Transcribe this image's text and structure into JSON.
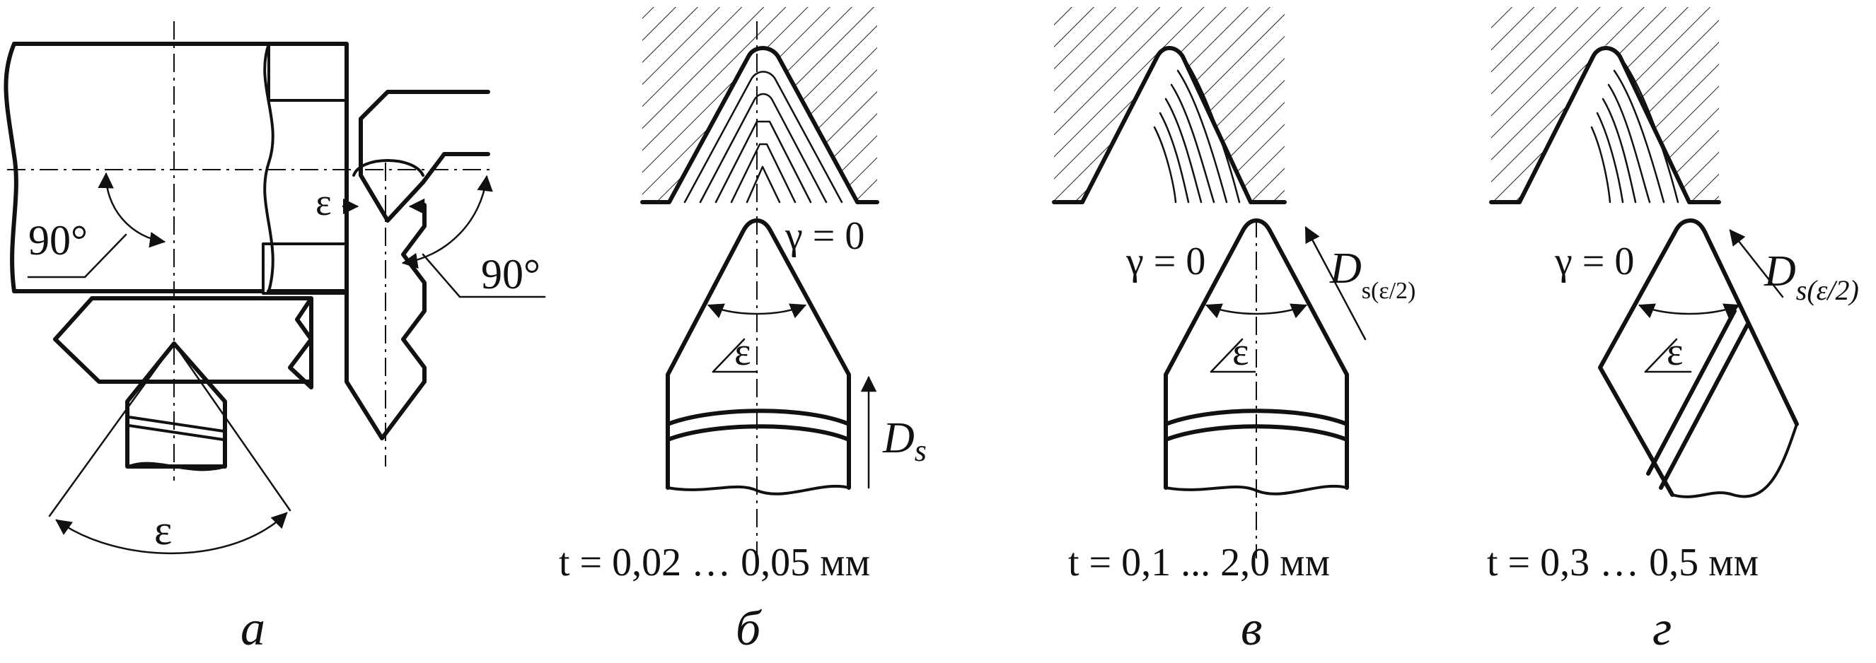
{
  "panels": {
    "a": {
      "label": "а",
      "angle_left": "90°",
      "angle_right": "90°",
      "epsilon_top": "ε",
      "epsilon_bottom": "ε"
    },
    "b": {
      "label": "б",
      "gamma": "γ = 0",
      "epsilon": "ε",
      "feed": "D",
      "feed_sub": "s",
      "depth": "t = 0,02 … 0,05 мм"
    },
    "v": {
      "label": "в",
      "gamma": "γ = 0",
      "epsilon": "ε",
      "feed": "D",
      "feed_sub": "s(ε/2)",
      "depth": "t = 0,1 ... 2,0  мм"
    },
    "g": {
      "label": "г",
      "gamma": "γ = 0",
      "epsilon": "ε",
      "feed": "D",
      "feed_sub": "s(ε/2)",
      "depth": "t = 0,3 … 0,5 мм"
    }
  }
}
